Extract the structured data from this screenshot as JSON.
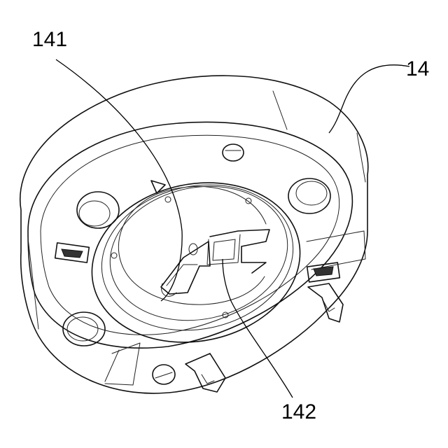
{
  "labels": {
    "part_14": "14",
    "part_141": "141",
    "part_142": "142"
  },
  "colors": {
    "line": "#111111",
    "background": "#ffffff"
  }
}
